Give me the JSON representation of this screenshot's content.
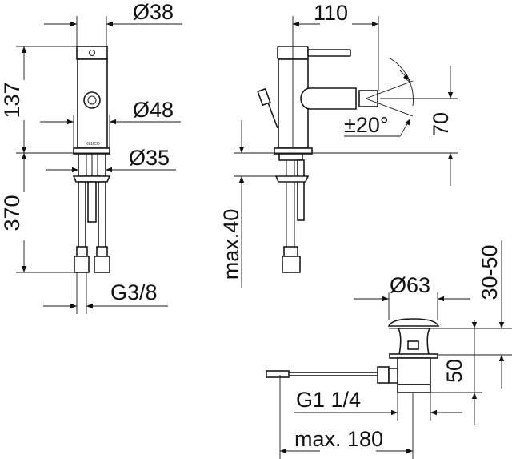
{
  "drawing": {
    "front_view": {
      "dim_top_diameter": "Ø38",
      "dim_base_diameter": "Ø48",
      "dim_shank_diameter": "Ø35",
      "dim_height": "137",
      "dim_hose_length": "370",
      "dim_connection": "G3/8",
      "logo": "KEUCO"
    },
    "side_view": {
      "dim_reach": "110",
      "dim_swivel_angle": "±20°",
      "dim_spout_height": "70",
      "dim_max_thickness": "max.40"
    },
    "waste_view": {
      "dim_cap_diameter": "Ø63",
      "dim_height": "50",
      "dim_range": "30-50",
      "dim_thread": "G1 1/4",
      "dim_max_length": "max. 180"
    },
    "colors": {
      "line": "#1a1a1a",
      "background": "#ffffff"
    }
  }
}
